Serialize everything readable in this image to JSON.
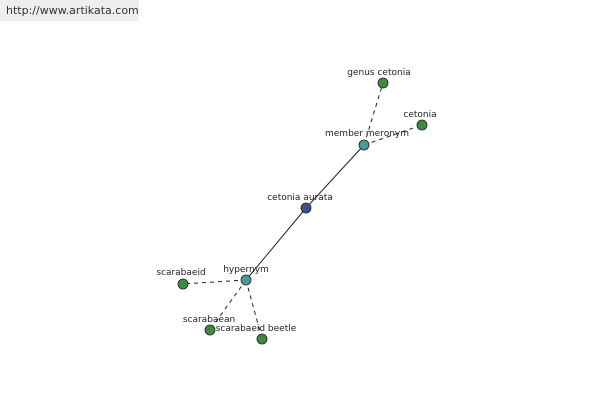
{
  "source_link": "http://www.artikata.com",
  "colors": {
    "main_node": "#3d4f8f",
    "relation_node": "#4a9a9a",
    "leaf_node": "#3f8a3f",
    "edge": "#222222"
  },
  "nodes": {
    "cetonia_aurata": {
      "label": "cetonia aurata",
      "kind": "main"
    },
    "member_meronym": {
      "label": "member meronym",
      "kind": "relation"
    },
    "hypernym": {
      "label": "hypernym",
      "kind": "relation"
    },
    "genus_cetonia": {
      "label": "genus cetonia",
      "kind": "leaf"
    },
    "cetonia": {
      "label": "cetonia",
      "kind": "leaf"
    },
    "scarabaeid": {
      "label": "scarabaeid",
      "kind": "leaf"
    },
    "scarabaean": {
      "label": "scarabaean",
      "kind": "leaf"
    },
    "scarabaeid_beetle": {
      "label": "scarabaeid beetle",
      "kind": "leaf"
    }
  },
  "edges": [
    {
      "from": "cetonia_aurata",
      "to": "member_meronym",
      "style": "solid"
    },
    {
      "from": "cetonia_aurata",
      "to": "hypernym",
      "style": "solid"
    },
    {
      "from": "member_meronym",
      "to": "genus_cetonia",
      "style": "dashed"
    },
    {
      "from": "member_meronym",
      "to": "cetonia",
      "style": "dashed"
    },
    {
      "from": "hypernym",
      "to": "scarabaeid",
      "style": "dashed"
    },
    {
      "from": "hypernym",
      "to": "scarabaean",
      "style": "dashed"
    },
    {
      "from": "hypernym",
      "to": "scarabaeid_beetle",
      "style": "dashed"
    }
  ]
}
